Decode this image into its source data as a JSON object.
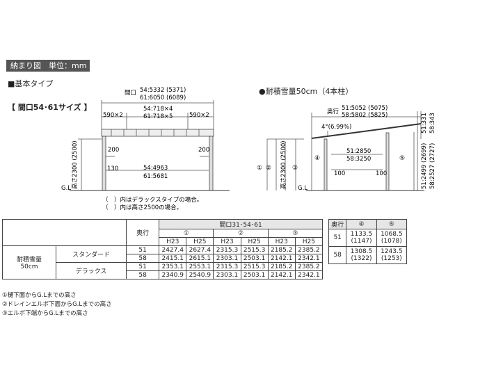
{
  "header": {
    "title": "納まり図　単位：mm"
  },
  "sections": {
    "basic": "■基本タイプ",
    "size": "【 間口54･61サイズ 】",
    "snow": "●耐積雪量50cm（4本柱）"
  },
  "front": {
    "frontage_label": "間口",
    "frontage_54": "54:5332 (5371)",
    "frontage_61": "61:6050 (6089)",
    "side_left": "590×2",
    "side_right": "590×2",
    "mid_54": "54:718×4",
    "mid_61": "61:718×5",
    "post_54": "54:4963",
    "post_61": "61:5681",
    "v200_left": "200",
    "v200_right": "200",
    "v130": "130",
    "height": "高さ2300 (2500)",
    "gl": "G.L"
  },
  "side": {
    "depth_label": "奥行",
    "depth_51": "51:5052 (5075)",
    "depth_58": "58:5802 (5825)",
    "slope": "4°(6.99%)",
    "inner_51": "51:2850",
    "inner_58": "58:3250",
    "right_top_51": "51:331",
    "right_top_58": "58:343",
    "right_h_51": "51:2499 (2699)",
    "right_h_58": "58:2527 (2727)",
    "height": "高さ2300 (2500)",
    "c1": "①",
    "c2": "②",
    "c3": "③",
    "c4": "④",
    "c5": "⑤",
    "v100_left": "100",
    "v100_right": "100",
    "gl": "G.L"
  },
  "notes": {
    "deluxe": "（　）内はデラックスタイプの場合。",
    "h2500": "（　）内は高さ2500の場合。"
  },
  "main_table": {
    "header_depth": "奥行",
    "header_frontage": "間口31･54･61",
    "groups": [
      "①",
      "②",
      "③"
    ],
    "subheads": [
      "H23",
      "H25",
      "H23",
      "H25",
      "H23",
      "H25"
    ],
    "row_label_1": "耐積雪量",
    "row_label_2": "50cm",
    "standard": "スタンダード",
    "deluxe": "デラックス",
    "rows": [
      {
        "depth": "51",
        "vals": [
          "2427.4",
          "2627.4",
          "2315.3",
          "2515.3",
          "2185.2",
          "2385.2"
        ]
      },
      {
        "depth": "58",
        "vals": [
          "2415.1",
          "2615.1",
          "2303.1",
          "2503.1",
          "2142.1",
          "2342.1"
        ]
      },
      {
        "depth": "51",
        "vals": [
          "2353.1",
          "2553.1",
          "2315.3",
          "2515.3",
          "2185.2",
          "2385.2"
        ]
      },
      {
        "depth": "58",
        "vals": [
          "2340.9",
          "2540.9",
          "2303.1",
          "2503.1",
          "2142.1",
          "2342.1"
        ]
      }
    ]
  },
  "side_table": {
    "headers": [
      "奥行",
      "④",
      "⑤"
    ],
    "rows": [
      {
        "depth": "51",
        "c4a": "1133.5",
        "c4b": "(1147)",
        "c5a": "1068.5",
        "c5b": "(1078)"
      },
      {
        "depth": "58",
        "c4a": "1308.5",
        "c4b": "(1322)",
        "c5a": "1243.5",
        "c5b": "(1253)"
      }
    ]
  },
  "footnotes": [
    "①樋下面からG.Lまでの高さ",
    "②ドレインエルボ下面からG.Lまでの高さ",
    "③エルボ下端からG.Lまでの高さ"
  ]
}
